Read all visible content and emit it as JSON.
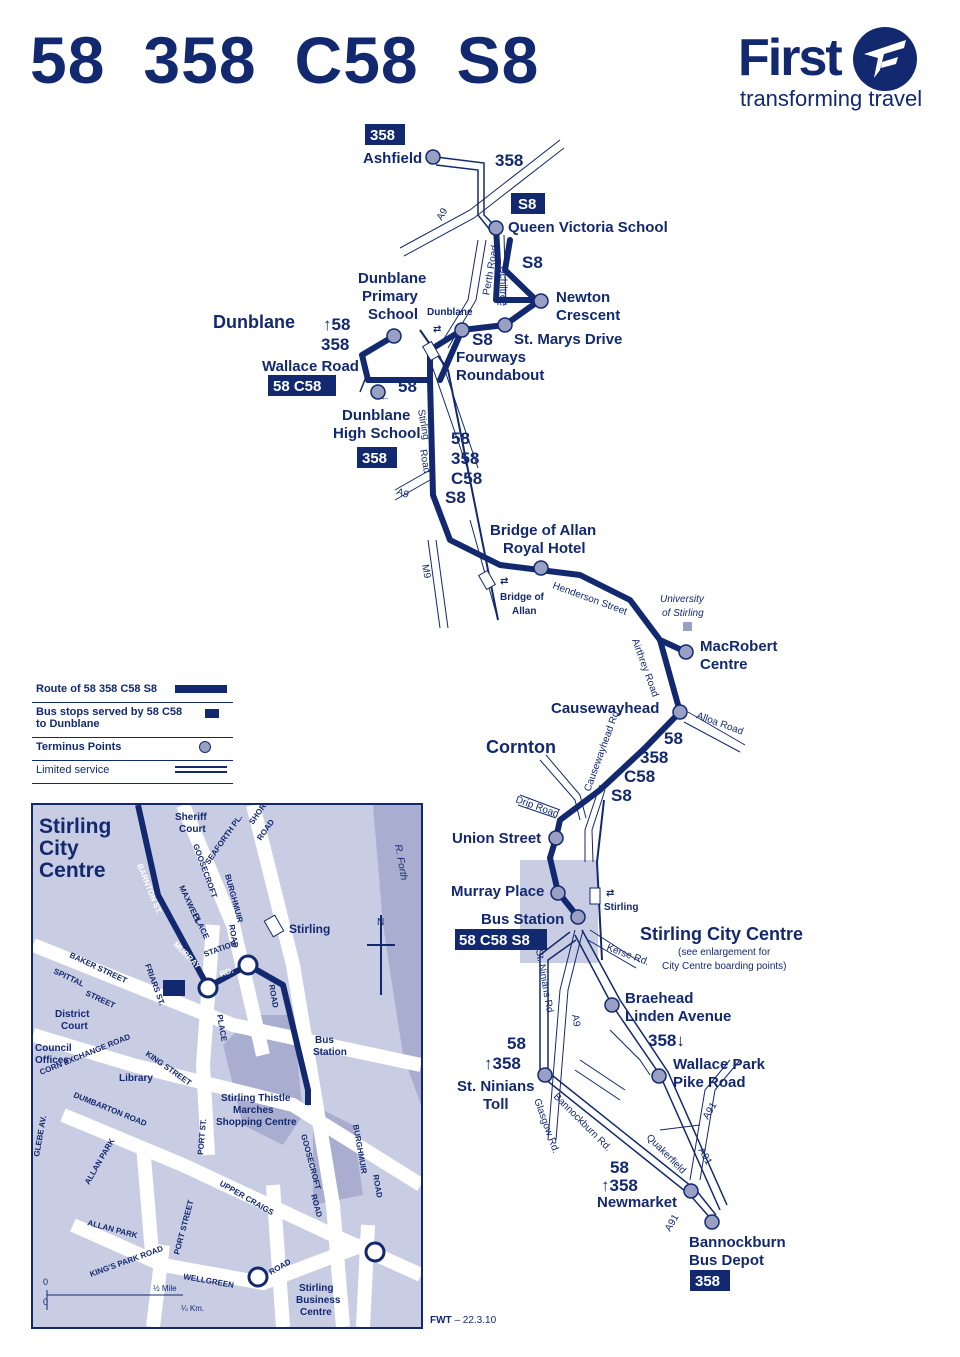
{
  "header": {
    "routes": [
      "58",
      "358",
      "C58",
      "S8"
    ],
    "brand": "First",
    "tagline": "transforming travel"
  },
  "stops": {
    "ashfield": "Ashfield",
    "queen_victoria": "Queen Victoria School",
    "newton_crescent_1": "Newton",
    "newton_crescent_2": "Crescent",
    "st_marys": "St. Marys Drive",
    "dunblane_primary_1": "Dunblane",
    "dunblane_primary_2": "Primary",
    "dunblane_primary_3": "School",
    "fourways_1": "Fourways",
    "fourways_2": "Roundabout",
    "wallace_road": "Wallace Road",
    "dunblane_high_1": "Dunblane",
    "dunblane_high_2": "High School",
    "bridge_of_allan_1": "Bridge of Allan",
    "bridge_of_allan_2": "Royal Hotel",
    "macrobert_1": "MacRobert",
    "macrobert_2": "Centre",
    "causewayhead": "Causewayhead",
    "union_street": "Union Street",
    "murray_place": "Murray Place",
    "bus_station": "Bus Station",
    "braehead_1": "Braehead",
    "braehead_2": "Linden Avenue",
    "wallace_park_1": "Wallace Park",
    "wallace_park_2": "Pike Road",
    "st_ninians_1": "St. Ninians",
    "st_ninians_2": "Toll",
    "newmarket": "Newmarket",
    "bannockburn_1": "Bannockburn",
    "bannockburn_2": "Bus Depot"
  },
  "places": {
    "dunblane": "Dunblane",
    "cornton": "Cornton",
    "stirling_city_centre": "Stirling City Centre",
    "see_enlargement_1": "(see enlargement for",
    "see_enlargement_2": "City Centre boarding points)",
    "university_1": "University",
    "university_2": "of Stirling",
    "rail_dunblane": "Dunblane",
    "rail_bridge_1": "Bridge of",
    "rail_bridge_2": "Allan",
    "rail_stirling": "Stirling"
  },
  "roads": {
    "a9_north": "A9",
    "perth_road": "Perth Road",
    "ochiltree": "Ochiltree",
    "stirling_road_1": "Stirling",
    "stirling_road_2": "Road",
    "a9_mid": "A9",
    "m9": "M9",
    "henderson": "Henderson Street",
    "airthrey": "Airthrey Road",
    "alloa": "Alloa Road",
    "causewayhead_rd": "Causewayhead Rd.",
    "drip": "Drip Road",
    "kerse": "Kerse Rd.",
    "st_ninians_rd": "St. Ninians Rd.",
    "a9_south": "A9",
    "glasgow": "Glasgow Rd.",
    "bannockburn_rd": "Bannockburn Rd.",
    "quakerfield": "Quakerfield",
    "a91_1": "A91",
    "a91_2": "A91",
    "a91_3": "A91"
  },
  "route_labels": {
    "box_358_top": "358",
    "box_s8": "S8",
    "r358_top": "358",
    "r_s8_loop": "S8",
    "r_s8_st": "S8",
    "dunblane_58": "↑58",
    "dunblane_358": "358",
    "box_58c58": "58 C58",
    "r58_arrow": "58",
    "box_358_high": "358",
    "mid_58": "58",
    "mid_358": "358",
    "mid_c58": "C58",
    "mid_s8": "S8",
    "cw_58": "58",
    "cw_358": "358",
    "cw_c58": "C58",
    "cw_s8": "S8",
    "box_bus_station": "58 C58 S8",
    "sn_58": "58",
    "sn_358": "↑358",
    "wp_358": "358↓",
    "nm_58": "58",
    "nm_358": "↑358",
    "box_358_depot": "358"
  },
  "legend": {
    "route": "Route of 58  358  C58  S8",
    "stops_1": "Bus stops served by 58 C58",
    "stops_2": "to Dunblane",
    "terminus": "Terminus Points",
    "limited": "Limited service"
  },
  "inset": {
    "title_1": "Stirling",
    "title_2": "City",
    "title_3": "Centre",
    "sheriff_1": "Sheriff",
    "sheriff_2": "Court",
    "district_1": "District",
    "district_2": "Court",
    "council_1": "Council",
    "council_2": "Offices",
    "library": "Library",
    "stirling_rail": "Stirling",
    "bus_station_1": "Bus",
    "bus_station_2": "Station",
    "thistle_1": "Stirling Thistle",
    "thistle_2": "Marches",
    "thistle_3": "Shopping Centre",
    "business_1": "Stirling",
    "business_2": "Business",
    "business_3": "Centre",
    "r_forth": "R. Forth",
    "streets": {
      "barnton": "BARNTON ST.",
      "murray": "MURRAY",
      "rd": "RD.",
      "station": "STATION",
      "baker": "BAKER   STREET",
      "spittal": "SPITTAL",
      "street": "STREET",
      "friars": "FRIARS ST.",
      "king": "KING   STREET",
      "corn": "CORN EXCHANGE ROAD",
      "dumbarton": "DUMBARTON   ROAD",
      "glebe": "GLEBE AV.",
      "allan_park_1": "ALLAN PARK",
      "allan_park_2": "ALLAN   PARK",
      "port": "PORT   ST.",
      "kings_park": "KING'S  PARK  ROAD",
      "port_street": "PORT   STREET",
      "upper_craigs": "UPPER   CRAIGS",
      "wellgreen": "WELLGREEN",
      "road": "ROAD",
      "goosecroft": "GOOSECROFT",
      "goosecroft_road": "ROAD",
      "burghmuir": "BURGHMUIR",
      "burghmuir_road": "ROAD",
      "maxwell": "MAXWELL",
      "place": "PLACE",
      "seaforth": "SEAFORTH PL.",
      "shore": "SHORE",
      "shore_road": "ROAD",
      "gc_top": "GOOSECROFT",
      "burg_top": "BURGHMUIR",
      "place2": "PLACE",
      "road_east": "ROAD",
      "burghmuir_e": "BURGHMUIR",
      "road_e": "ROAD"
    },
    "scale_mile": "½ Mile",
    "scale_km": "¼ Km.",
    "scale_zero": "0"
  },
  "footer": {
    "credit": "FWT",
    "date": "– 22.3.10"
  },
  "colors": {
    "brand": "#13296f",
    "inset_bg": "#c9cde3",
    "area": "#a9aed0",
    "stop": "#9aa0c4"
  }
}
